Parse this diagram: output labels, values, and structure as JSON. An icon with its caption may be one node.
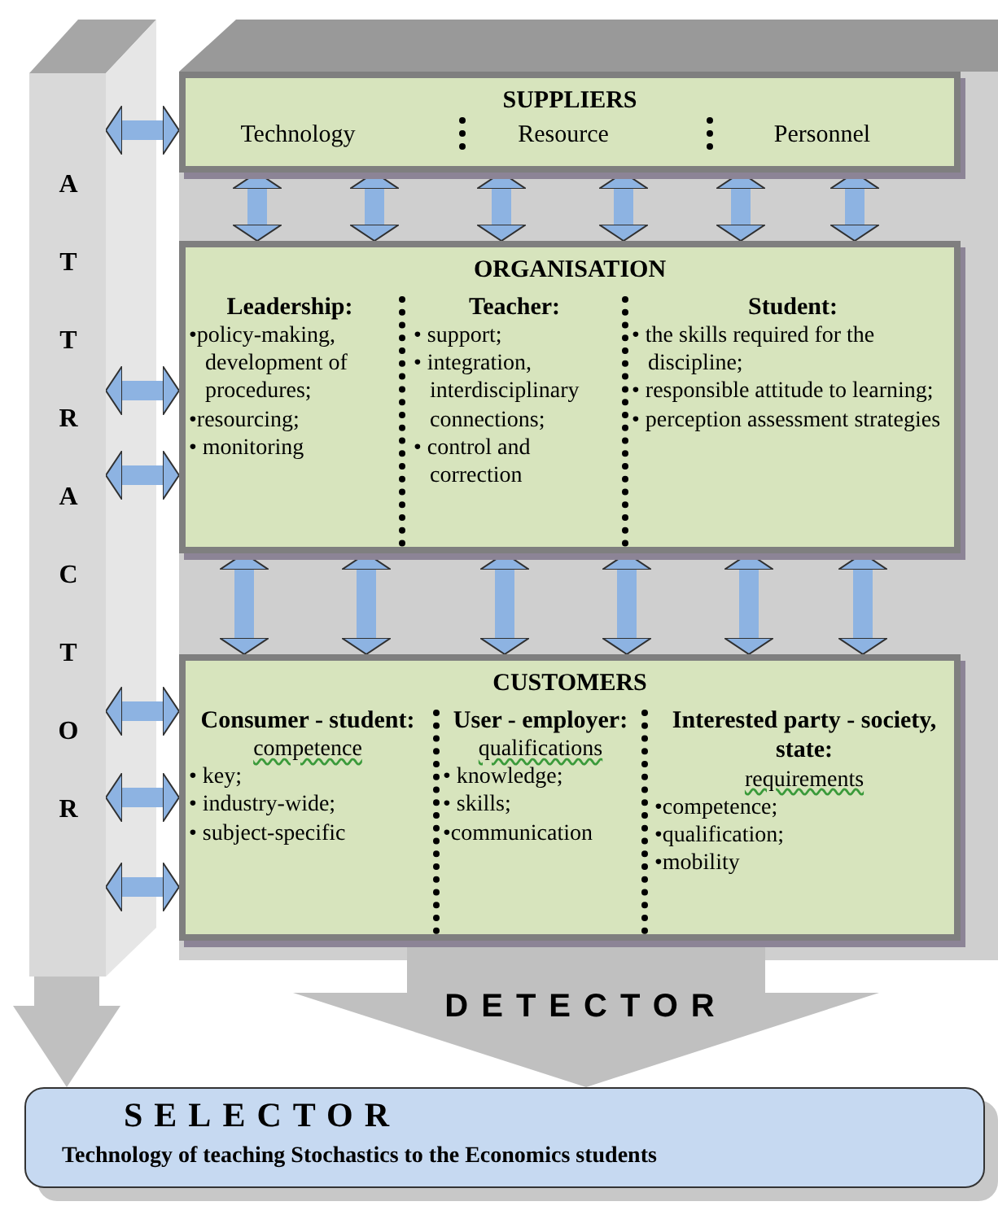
{
  "diagram": {
    "nodes": [
      {
        "text": [
          "ATTRACTOR"
        ]
      },
      {
        "text": [
          "SUPPLIERS"
        ]
      },
      {
        "text": [
          "Technology"
        ],
        "in": 1
      },
      {
        "text": [
          "Resource"
        ],
        "in": 1
      },
      {
        "text": [
          "Personnel"
        ],
        "in": 1
      },
      {
        "text": [
          "ORGANISATION"
        ]
      },
      {
        "text": [
          "Leadership:",
          "•policy-making, development of procedures;",
          "•resourcing;",
          "• monitoring"
        ],
        "in": 5
      },
      {
        "text": [
          "Teacher:",
          "• support;",
          "• integration, interdisciplinary connections;",
          "• control and correction"
        ],
        "in": 5
      },
      {
        "text": [
          "Student:",
          "• the skills required for the discipline;",
          "• responsible attitude to learning;",
          "• perception assessment strategies"
        ],
        "in": 5
      },
      {
        "text": [
          "CUSTOMERS"
        ]
      },
      {
        "text": [
          "Consumer - student:",
          "competence",
          "• key;",
          "• industry-wide;",
          "• subject-specific"
        ],
        "in": 9
      },
      {
        "text": [
          "User - employer:",
          "qualifications",
          "• knowledge;",
          "• skills;",
          "•communication"
        ],
        "in": 9
      },
      {
        "text": [
          "Interested party - society, state:",
          "requirements",
          "•competence;",
          "•qualification;",
          "•mobility"
        ],
        "in": 9
      },
      {
        "text": [
          "SELECTOR",
          "Technology of teaching Stochastics to the Economics students"
        ]
      }
    ],
    "edges": [
      {
        "from": 0,
        "to": 1,
        "arrow": "both"
      },
      {
        "from": 0,
        "to": 5,
        "arrow": "both"
      },
      {
        "from": 0,
        "to": 5,
        "arrow": "both"
      },
      {
        "from": 0,
        "to": 9,
        "arrow": "both"
      },
      {
        "from": 0,
        "to": 9,
        "arrow": "both"
      },
      {
        "from": 0,
        "to": 9,
        "arrow": "both"
      },
      {
        "from": 1,
        "to": 5,
        "arrow": "both"
      },
      {
        "from": 1,
        "to": 5,
        "arrow": "both"
      },
      {
        "from": 1,
        "to": 5,
        "arrow": "both"
      },
      {
        "from": 1,
        "to": 5,
        "arrow": "both"
      },
      {
        "from": 1,
        "to": 5,
        "arrow": "both"
      },
      {
        "from": 1,
        "to": 5,
        "arrow": "both"
      },
      {
        "from": 5,
        "to": 9,
        "arrow": "both"
      },
      {
        "from": 5,
        "to": 9,
        "arrow": "both"
      },
      {
        "from": 5,
        "to": 9,
        "arrow": "both"
      },
      {
        "from": 5,
        "to": 9,
        "arrow": "both"
      },
      {
        "from": 5,
        "to": 9,
        "arrow": "both"
      },
      {
        "from": 5,
        "to": 9,
        "arrow": "both"
      },
      {
        "from": 9,
        "to": 13,
        "arrow": "to",
        "label": "DETECTOR",
        "style": "thick",
        "color": "#c0c0c0"
      },
      {
        "from": 0,
        "to": 13,
        "arrow": "to",
        "style": "thick",
        "color": "#c0c0c0"
      }
    ]
  }
}
